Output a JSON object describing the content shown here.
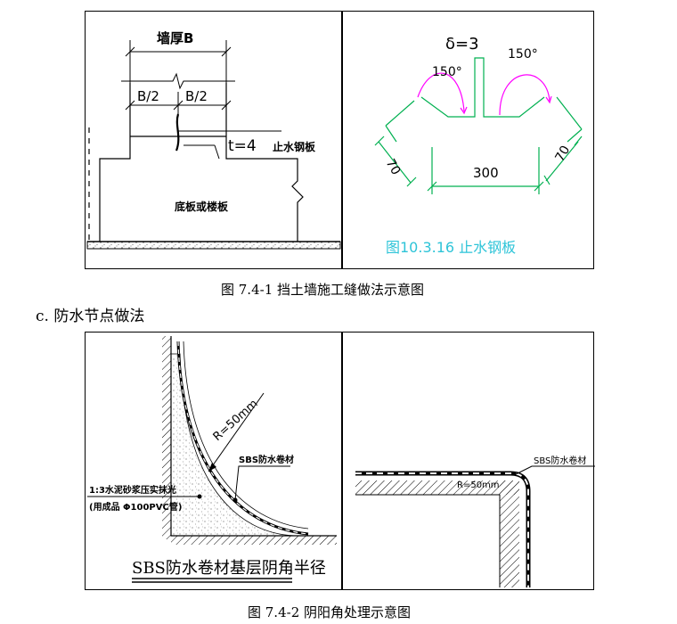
{
  "figure1": {
    "left": {
      "wall_thickness": "墙厚B",
      "half_left": "B/2",
      "half_right": "B/2",
      "plate_thickness": "t=4",
      "plate_name": "止水钢板",
      "slab": "底板或楼板"
    },
    "right": {
      "delta": "δ=3",
      "angle_left": "150°",
      "angle_right": "150°",
      "dim_left": "70",
      "dim_right": "70",
      "dim_bottom": "300",
      "title": "图10.3.16 止水钢板"
    },
    "caption": "图 7.4-1 挡土墙施工缝做法示意图"
  },
  "section_heading": "c. 防水节点做法",
  "figure2": {
    "left": {
      "radius": "R=50mm",
      "membrane": "SBS防水卷材",
      "mortar_line1": "1:3水泥砂浆压实抹光",
      "mortar_line2": "(用成品 Φ100PVC管)",
      "title": "SBS防水卷材基层阴角半径"
    },
    "right": {
      "membrane": "SBS防水卷材",
      "radius": "R=50mm"
    },
    "caption": "图 7.4-2 阴阳角处理示意图"
  }
}
